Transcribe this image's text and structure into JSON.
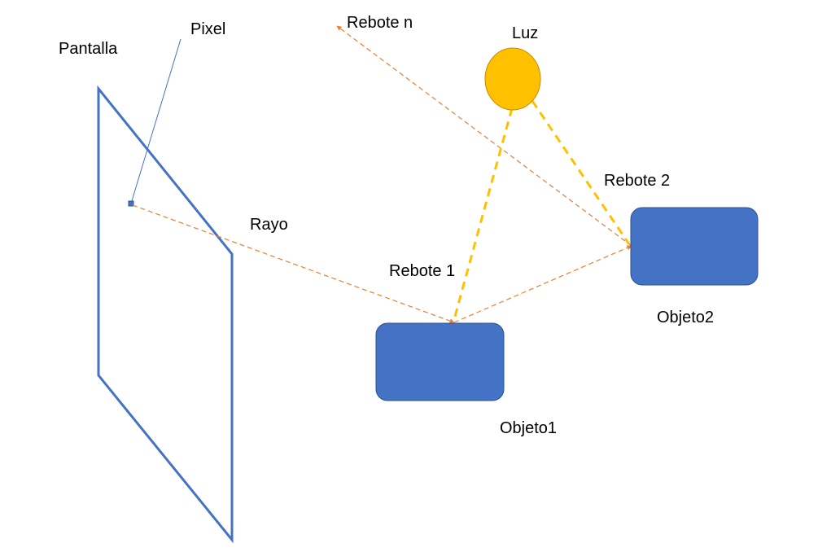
{
  "labels": {
    "screen": "Pantalla",
    "pixel": "Pixel",
    "ray": "Rayo",
    "bounce_n": "Rebote n",
    "light": "Luz",
    "bounce_2": "Rebote 2",
    "bounce_1": "Rebote 1",
    "object_2": "Objeto2",
    "object_1": "Objeto1"
  },
  "colors": {
    "screen_outline": "#4472c4",
    "object_fill": "#4472c4",
    "object_stroke": "#2f528f",
    "ray": "#ed7d31",
    "light_fill": "#ffc000",
    "light_stroke": "#bf9000",
    "light_ray": "#ffc000",
    "pixel_leader": "#4472c4"
  }
}
